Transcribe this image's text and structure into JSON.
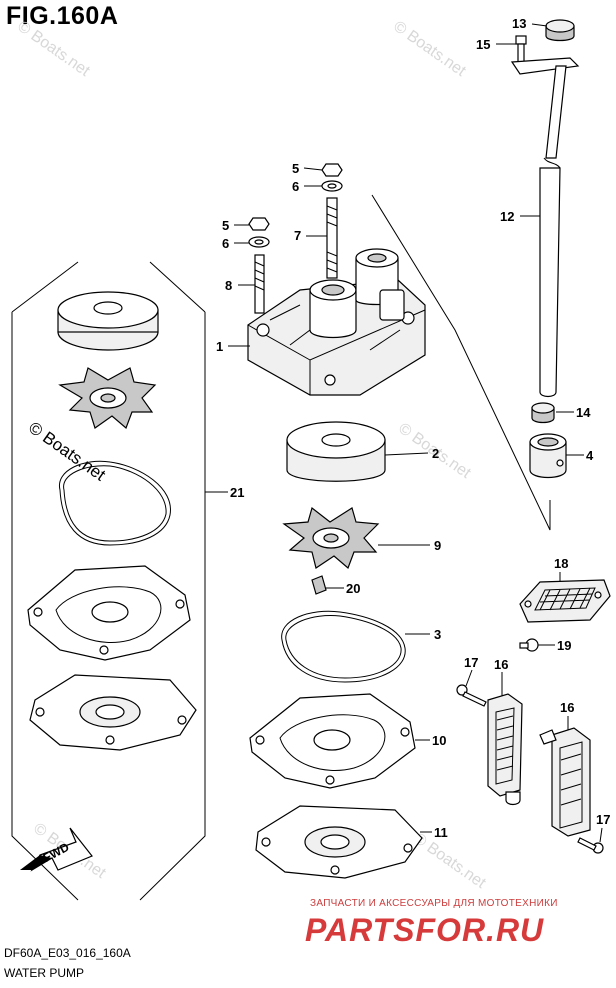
{
  "figure_title": "FIG.160A",
  "model_code": "DF60A_E03_016_160A",
  "part_name": "WATER PUMP",
  "watermark": "© Boats.net",
  "advert": {
    "subtitle": "ЗАПЧАСТИ И АКСЕССУАРЫ ДЛЯ МОТОТЕХНИКИ",
    "brand": "PARTSFOR.RU"
  },
  "direction_label": "FWD",
  "callouts": [
    "13",
    "15",
    "5",
    "6",
    "5",
    "6",
    "7",
    "8",
    "1",
    "12",
    "14",
    "4",
    "2",
    "21",
    "9",
    "20",
    "3",
    "18",
    "19",
    "17",
    "16",
    "16",
    "10",
    "11",
    "17"
  ]
}
